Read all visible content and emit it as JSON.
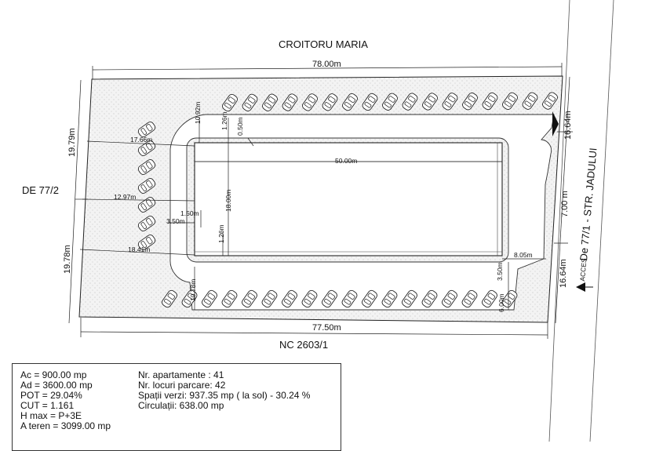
{
  "neighbors": {
    "north": "CROITORU MARIA",
    "south": "NC 2603/1",
    "west": "DE 77/2",
    "east": "De 77/1 - STR. JADULUI"
  },
  "access_label": "ACCES",
  "dims": {
    "north_width": "78.00m",
    "south_width": "77.50m",
    "west_upper": "19.79m",
    "west_lower": "19.78m",
    "east_upper": "16.64m",
    "east_mid": "7.00 m",
    "east_lower": "16.64m",
    "building_length": "50.00m",
    "building_depth": "18.00m",
    "offset_left_upper": "17.66m",
    "offset_left_mid": "12.97m",
    "offset_left_lower": "18.41m",
    "offset_right": "8.05m",
    "road_width": "3.50m",
    "road_width_right": "3.50m",
    "gap_top": "1.26m",
    "gap_bottom": "1.26m",
    "gap_left": "1.50m",
    "small_gap": "0.50m",
    "top_setback": "10.92m",
    "bottom_setback": "10.78m",
    "parking_depth": "6.00m"
  },
  "legend": {
    "left": [
      "Ac = 900.00 mp",
      "Ad = 3600.00 mp",
      "POT = 29.04%",
      "CUT = 1.161",
      "H max = P+3E",
      "A teren = 3099.00 mp"
    ],
    "right": [
      "Nr. apartamente : 41",
      "Nr. locuri parcare: 42",
      "Spații verzi: 937.35 mp ( la sol) - 30.24 %",
      "Circulații: 638.00 mp"
    ]
  },
  "colors": {
    "line": "#222222",
    "green_area": "#f1f1f1",
    "stipple": "#b5b5b5",
    "arrow": "#111111"
  }
}
